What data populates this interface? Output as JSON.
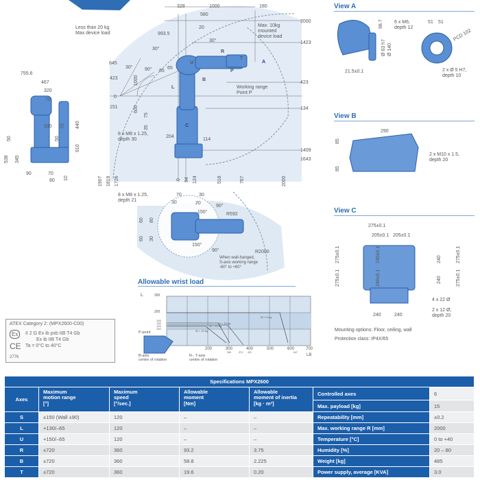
{
  "side_view": {
    "top_dims": [
      "328",
      "1000",
      "180",
      "580",
      "20",
      "993.5",
      "30°",
      "30°",
      "845",
      "423",
      "0",
      "151",
      "1000",
      "600",
      "75",
      "35",
      "204",
      "114",
      "90°",
      "65",
      "65",
      "30°"
    ],
    "right_dims": [
      "2000",
      "1423",
      "423",
      "134",
      "1409",
      "1643"
    ],
    "bottom_dims": [
      "1907",
      "1819",
      "1726",
      "0",
      "94",
      "124",
      "518",
      "767",
      "2000"
    ],
    "notes": {
      "device_load": "Less than 20 kg\nMax device load",
      "mounted_load": "Max. 10kg\nmounted\ndevice load",
      "working_range": "Working range\nPoint P",
      "bolts": "8 x M8 x 1.25,\ndepth 30"
    },
    "axis_labels": [
      "U",
      "L",
      "B",
      "R",
      "T",
      "P",
      "A",
      "C"
    ]
  },
  "front_view": {
    "dims": [
      "755.6",
      "467",
      "320",
      "70",
      "330",
      "70",
      "440",
      "50",
      "50",
      "538",
      "345",
      "910",
      "90",
      "70",
      "80",
      "10"
    ]
  },
  "top_view": {
    "dims": [
      "70",
      "30",
      "30",
      "20",
      "60",
      "80",
      "60",
      "30",
      "150°",
      "150°",
      "90°",
      "90°",
      "R592",
      "R2000"
    ],
    "notes": {
      "bolts": "8 x M8 x 1.25,\ndepth 21",
      "wall": "When wall-hanged,\nS-axis working range\n-60° to +60°"
    }
  },
  "view_a": {
    "title": "View A",
    "dims": [
      "98.7",
      "Ø 63 h7",
      "Ø 140",
      "21.5±0.1",
      "51",
      "51",
      "PCD 102"
    ],
    "notes": {
      "m6": "6 x M6,\ndepth 12",
      "holes": "2 x Ø 5 H7,\ndepth 10"
    }
  },
  "view_b": {
    "title": "View B",
    "dims": [
      "290",
      "85",
      "85"
    ],
    "notes": {
      "m10": "2 x M10 x 1.5,\ndepth 20"
    }
  },
  "view_c": {
    "title": "View C",
    "dims": [
      "275±0.1",
      "205±0.1",
      "205±0.1",
      "275±0.1",
      "275±0.1",
      "240±0.1",
      "240±0.1",
      "240",
      "240",
      "275±0.1",
      "275±0.1",
      "240",
      "240"
    ],
    "notes": {
      "holes22": "4 x 22 Ø",
      "holes12": "2 x 12 Ø,\ndepth 20"
    },
    "mounting": "Mounting options: Floor, ceiling, wall",
    "protection": "Protection class: IP4X/65"
  },
  "wrist_load": {
    "title": "Allowable wrist load",
    "y_unit": "L",
    "x_unit": "LB",
    "y_ticks": [
      "300",
      "200",
      "145",
      "135",
      "125",
      "100"
    ],
    "x_ticks": [
      "200",
      "300",
      "400",
      "500",
      "600",
      "700"
    ],
    "x_marks": [
      "306",
      "374",
      "421",
      "647"
    ],
    "series": [
      "W = 5 kg",
      "W = 10 kg",
      "W = 12 kg",
      "W = 15 kg"
    ],
    "notes": {
      "p_point": "P-point",
      "b_axis": "B-axis\ncentre of rotation",
      "rt_axis": "R-, T-axis\ncentre of rotation"
    }
  },
  "atex": {
    "title": "ATEX Category 2: (MPX2600-C00)",
    "line1": "II 2 G Ex ib pxb IIB T4 Gb",
    "line2": "Ex ib IIB T4 Gb",
    "line3": "Ta = 0°C to 40°C",
    "ex_mark": "Ex",
    "ce_mark": "CE",
    "number": "2776"
  },
  "specs": {
    "title": "Specifications MPX2600",
    "columns": [
      "Axes",
      "Maximum\nmotion range\n[°]",
      "Maximum\nspeed\n[°/sec.]",
      "Allowable\nmoment\n[Nm]",
      "Allowable\nmoment of inertia\n[kg · m²]"
    ],
    "rows": [
      {
        "axis": "S",
        "range": "±150  (Wall ±90)",
        "speed": "120",
        "moment": "–",
        "inertia": "–"
      },
      {
        "axis": "L",
        "range": "+130/–65",
        "speed": "120",
        "moment": "–",
        "inertia": "–"
      },
      {
        "axis": "U",
        "range": "+150/–65",
        "speed": "120",
        "moment": "–",
        "inertia": "–"
      },
      {
        "axis": "R",
        "range": "±720",
        "speed": "360",
        "moment": "93.2",
        "inertia": "3.75"
      },
      {
        "axis": "B",
        "range": "±720",
        "speed": "360",
        "moment": "58.8",
        "inertia": "2.225"
      },
      {
        "axis": "T",
        "range": "±720",
        "speed": "360",
        "moment": "19.6",
        "inertia": "0.20"
      }
    ],
    "props": [
      {
        "label": "Controlled axes",
        "value": "6"
      },
      {
        "label": "Max. payload [kg]",
        "value": "15"
      },
      {
        "label": "Repeatability [mm]",
        "value": "±0.2"
      },
      {
        "label": "Max. working range R [mm]",
        "value": "2000"
      },
      {
        "label": "Temperature [°C]",
        "value": "0 to +40"
      },
      {
        "label": "Humidity [%]",
        "value": "20 – 80"
      },
      {
        "label": "Weight [kg]",
        "value": "485"
      },
      {
        "label": "Power supply, average [KVA]",
        "value": "3.0"
      }
    ]
  },
  "colors": {
    "brand": "#1b5ea9",
    "robot": "#4f86cf",
    "range_fill": "#dbe7f3"
  }
}
